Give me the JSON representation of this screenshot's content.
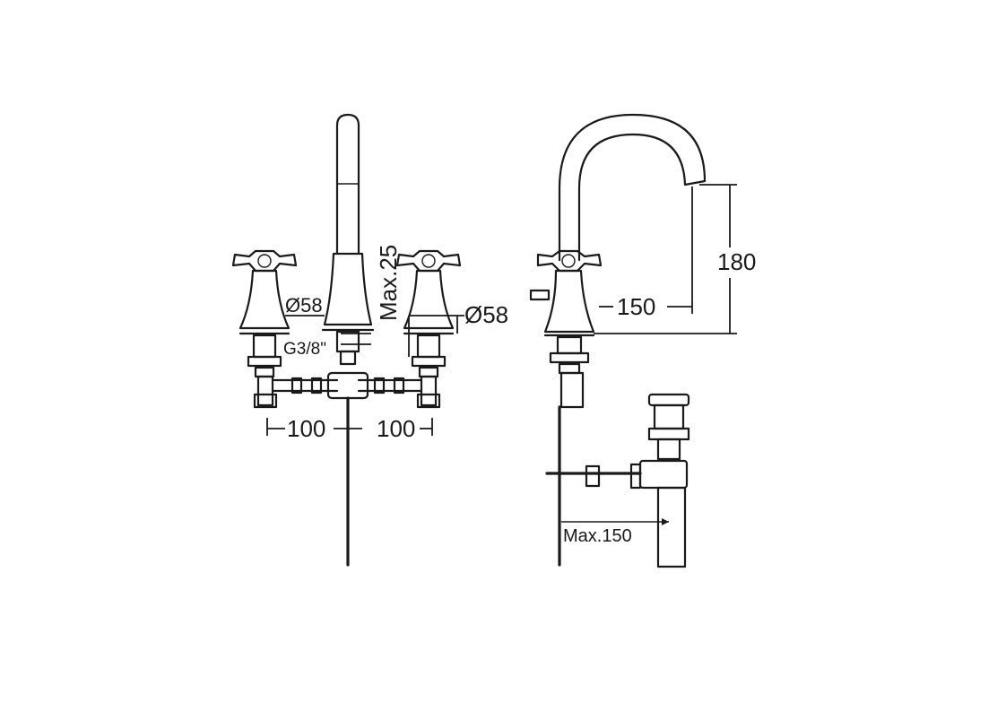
{
  "labels": {
    "diameter_left": "Ø58",
    "diameter_right": "Ø58",
    "max_height_spout": "Max.25",
    "thread": "G3/8\"",
    "spacing_left": "100",
    "spacing_right": "100",
    "reach": "150",
    "spout_height": "180",
    "max_waste": "Max.150"
  }
}
